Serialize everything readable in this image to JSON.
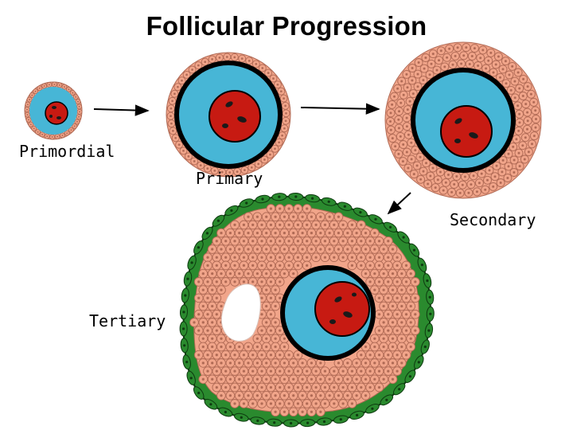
{
  "title": "Follicular Progression",
  "stages": [
    {
      "key": "primordial",
      "label": "Primordial"
    },
    {
      "key": "primary",
      "label": "Primary"
    },
    {
      "key": "secondary",
      "label": "Secondary"
    },
    {
      "key": "tertiary",
      "label": "Tertiary"
    }
  ],
  "colors": {
    "granulosa": "#f1a58a",
    "granulosa_cell_outline": "#b06a55",
    "zona_ring": "#000000",
    "oocyte": "#47b6d6",
    "nucleus": "#c71a12",
    "chromatin": "#1a1a1a",
    "theca": "#2a8a2e",
    "antrum": "#ffffff",
    "arrow": "#000000"
  }
}
